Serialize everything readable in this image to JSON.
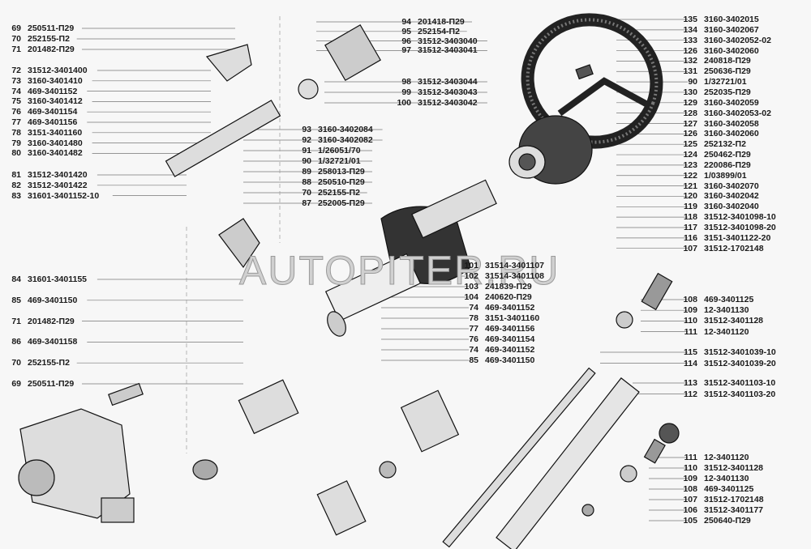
{
  "diagram": {
    "title": "Steering column and steering wheel parts",
    "watermark": "AUTOPITER.RU",
    "groups": {
      "left_top": [
        {
          "num": "69",
          "code": "250511-П29"
        },
        {
          "num": "70",
          "code": "252155-П2"
        },
        {
          "num": "71",
          "code": "201482-П29"
        }
      ],
      "left_joint": [
        {
          "num": "72",
          "code": "31512-3401400"
        },
        {
          "num": "73",
          "code": "3160-3401410"
        },
        {
          "num": "74",
          "code": "469-3401152"
        },
        {
          "num": "75",
          "code": "3160-3401412"
        },
        {
          "num": "76",
          "code": "469-3401154"
        },
        {
          "num": "77",
          "code": "469-3401156"
        },
        {
          "num": "78",
          "code": "3151-3401160"
        },
        {
          "num": "79",
          "code": "3160-3401480"
        },
        {
          "num": "80",
          "code": "3160-3401482"
        }
      ],
      "left_shaft": [
        {
          "num": "81",
          "code": "31512-3401420"
        },
        {
          "num": "82",
          "code": "31512-3401422"
        },
        {
          "num": "83",
          "code": "31601-3401152-10"
        }
      ],
      "left_bottom": [
        {
          "num": "84",
          "code": "31601-3401155"
        },
        {
          "num": "85",
          "code": "469-3401150"
        },
        {
          "num": "71",
          "code": "201482-П29"
        },
        {
          "num": "86",
          "code": "469-3401158"
        },
        {
          "num": "70",
          "code": "252155-П2"
        },
        {
          "num": "69",
          "code": "250511-П29"
        }
      ],
      "mid_top": [
        {
          "num": "94",
          "code": "201418-П29"
        },
        {
          "num": "95",
          "code": "252154-П2"
        },
        {
          "num": "96",
          "code": "31512-3403040"
        },
        {
          "num": "97",
          "code": "31512-3403041"
        }
      ],
      "mid_top2": [
        {
          "num": "98",
          "code": "31512-3403044"
        },
        {
          "num": "99",
          "code": "31512-3403043"
        },
        {
          "num": "100",
          "code": "31512-3403042"
        }
      ],
      "mid_center": [
        {
          "num": "93",
          "code": "3160-3402084"
        },
        {
          "num": "92",
          "code": "3160-3402082"
        },
        {
          "num": "91",
          "code": "1/26051/70"
        },
        {
          "num": "90",
          "code": "1/32721/01"
        },
        {
          "num": "89",
          "code": "258013-П29"
        },
        {
          "num": "88",
          "code": "250510-П29"
        },
        {
          "num": "70",
          "code": "252155-П2"
        },
        {
          "num": "87",
          "code": "252005-П29"
        }
      ],
      "mid_lower": [
        {
          "num": "101",
          "code": "31514-3401107"
        },
        {
          "num": "102",
          "code": "31514-3401108"
        },
        {
          "num": "103",
          "code": "241839-П29"
        },
        {
          "num": "104",
          "code": "240620-П29"
        },
        {
          "num": "74",
          "code": "469-3401152"
        },
        {
          "num": "78",
          "code": "3151-3401160"
        },
        {
          "num": "77",
          "code": "469-3401156"
        },
        {
          "num": "76",
          "code": "469-3401154"
        },
        {
          "num": "74",
          "code": "469-3401152"
        },
        {
          "num": "85",
          "code": "469-3401150"
        }
      ],
      "right_top": [
        {
          "num": "135",
          "code": "3160-3402015"
        },
        {
          "num": "134",
          "code": "3160-3402067"
        },
        {
          "num": "133",
          "code": "3160-3402052-02"
        },
        {
          "num": "126",
          "code": "3160-3402060"
        },
        {
          "num": "132",
          "code": "240818-П29"
        },
        {
          "num": "131",
          "code": "250636-П29"
        },
        {
          "num": "90",
          "code": "1/32721/01"
        },
        {
          "num": "130",
          "code": "252035-П29"
        },
        {
          "num": "129",
          "code": "3160-3402059"
        },
        {
          "num": "128",
          "code": "3160-3402053-02"
        },
        {
          "num": "127",
          "code": "3160-3402058"
        },
        {
          "num": "126",
          "code": "3160-3402060"
        },
        {
          "num": "125",
          "code": "252132-П2"
        },
        {
          "num": "124",
          "code": "250462-П29"
        },
        {
          "num": "123",
          "code": "220086-П29"
        },
        {
          "num": "122",
          "code": "1/03899/01"
        },
        {
          "num": "121",
          "code": "3160-3402070"
        },
        {
          "num": "120",
          "code": "3160-3402042"
        },
        {
          "num": "119",
          "code": "3160-3402040"
        },
        {
          "num": "118",
          "code": "31512-3401098-10"
        },
        {
          "num": "117",
          "code": "31512-3401098-20"
        },
        {
          "num": "116",
          "code": "3151-3401122-20"
        },
        {
          "num": "107",
          "code": "31512-1702148"
        }
      ],
      "right_mid": [
        {
          "num": "108",
          "code": "469-3401125"
        },
        {
          "num": "109",
          "code": "12-3401130"
        },
        {
          "num": "110",
          "code": "31512-3401128"
        },
        {
          "num": "111",
          "code": "12-3401120"
        }
      ],
      "right_shaft": [
        {
          "num": "115",
          "code": "31512-3401039-10"
        },
        {
          "num": "114",
          "code": "31512-3401039-20"
        }
      ],
      "right_tube": [
        {
          "num": "113",
          "code": "31512-3401103-10"
        },
        {
          "num": "112",
          "code": "31512-3401103-20"
        }
      ],
      "right_bottom": [
        {
          "num": "111",
          "code": "12-3401120"
        },
        {
          "num": "110",
          "code": "31512-3401128"
        },
        {
          "num": "109",
          "code": "12-3401130"
        },
        {
          "num": "108",
          "code": "469-3401125"
        },
        {
          "num": "107",
          "code": "31512-1702148"
        },
        {
          "num": "106",
          "code": "31512-3401177"
        },
        {
          "num": "105",
          "code": "250640-П29"
        }
      ]
    }
  }
}
